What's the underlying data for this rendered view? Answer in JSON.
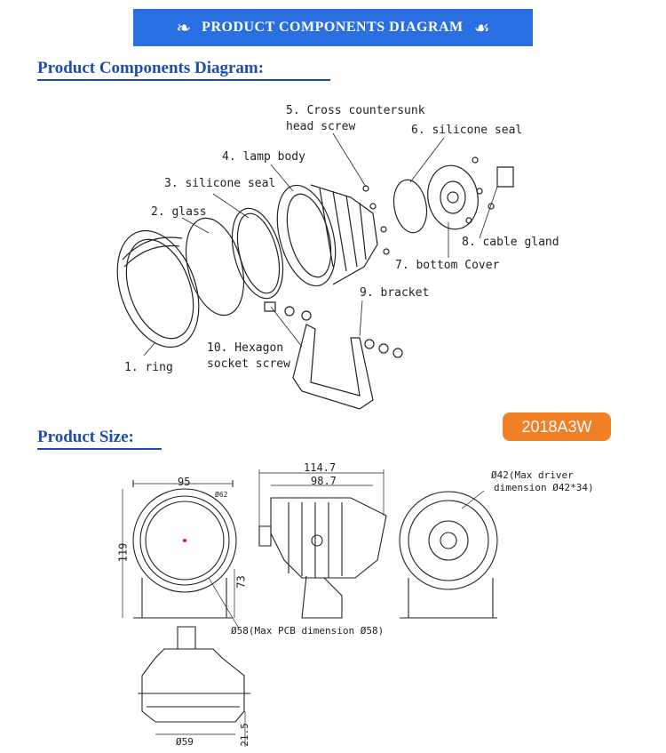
{
  "banner": {
    "title": "PRODUCT COMPONENTS DIAGRAM",
    "ornament_icon": "fleur-ornament"
  },
  "sections": {
    "components_title": "Product Components Diagram:",
    "size_title": "Product Size:"
  },
  "model_badge": "2018A3W",
  "components": {
    "c1": "1. ring",
    "c2": "2. glass",
    "c3": "3. silicone seal",
    "c4": "4. lamp body",
    "c5_line1": "5. Cross countersunk",
    "c5_line2": "head screw",
    "c6": "6. silicone seal",
    "c7": "7. bottom Cover",
    "c8": "8. cable gland",
    "c9": "9. bracket",
    "c10_line1": "10. Hexagon",
    "c10_line2": "socket  screw"
  },
  "dimensions": {
    "front_width": "95",
    "front_height": "119",
    "front_side": "73",
    "front_tag": "Ø62",
    "side_total": "114.7",
    "side_body": "98.7",
    "pcb": "Ø58(Max PCB dimension Ø58)",
    "driver_line1": "Ø42(Max driver",
    "driver_line2": "dimension Ø42*34)",
    "bottom_dia": "Ø59",
    "bottom_height": "21.5"
  }
}
